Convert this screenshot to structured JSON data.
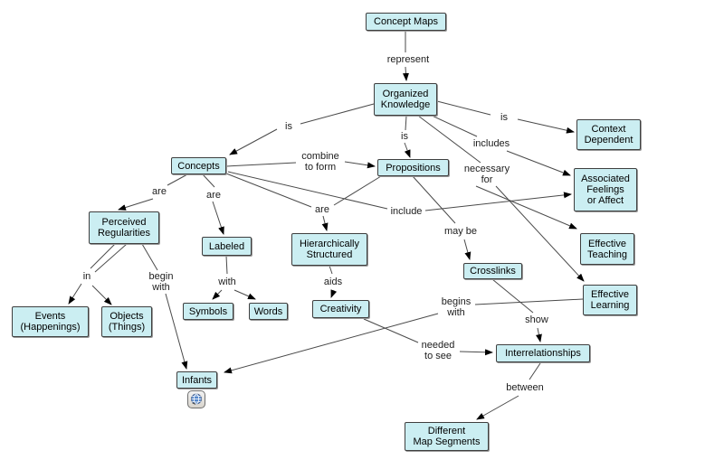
{
  "diagram": {
    "type": "concept-map",
    "title": "Concept Maps",
    "nodes": {
      "concept_maps": {
        "label": "Concept Maps"
      },
      "organized_knowledge": {
        "label": "Organized\nKnowledge"
      },
      "concepts": {
        "label": "Concepts"
      },
      "propositions": {
        "label": "Propositions"
      },
      "context_dependent": {
        "label": "Context\nDependent"
      },
      "associated_feelings": {
        "label": "Associated\nFeelings\nor Affect"
      },
      "effective_teaching": {
        "label": "Effective\nTeaching"
      },
      "effective_learning": {
        "label": "Effective\nLearning"
      },
      "perceived_regularities": {
        "label": "Perceived\nRegularities"
      },
      "events": {
        "label": "Events\n(Happenings)"
      },
      "objects": {
        "label": "Objects\n(Things)"
      },
      "labeled": {
        "label": "Labeled"
      },
      "symbols": {
        "label": "Symbols"
      },
      "words": {
        "label": "Words"
      },
      "hierarchically_structured": {
        "label": "Hierarchically\nStructured"
      },
      "creativity": {
        "label": "Creativity"
      },
      "crosslinks": {
        "label": "Crosslinks"
      },
      "infants": {
        "label": "Infants"
      },
      "interrelationships": {
        "label": "Interrelationships"
      },
      "different_map_segments": {
        "label": "Different\nMap Segments"
      }
    },
    "links": {
      "represent": {
        "label": "represent",
        "from": "concept_maps",
        "to": "organized_knowledge"
      },
      "is_concepts": {
        "label": "is",
        "from": "organized_knowledge",
        "to": "concepts"
      },
      "is_propositions": {
        "label": "is",
        "from": "organized_knowledge",
        "to": "propositions"
      },
      "is_context": {
        "label": "is",
        "from": "organized_knowledge",
        "to": "context_dependent"
      },
      "includes": {
        "label": "includes",
        "from": "organized_knowledge",
        "to": "associated_feelings"
      },
      "necessary_for": {
        "label": "necessary\nfor",
        "from": "organized_knowledge",
        "to": "effective_teaching / effective_learning"
      },
      "combine_to_form": {
        "label": "combine\nto form",
        "from": "concepts",
        "to": "propositions"
      },
      "are_perceived": {
        "label": "are",
        "from": "concepts",
        "to": "perceived_regularities"
      },
      "are_labeled": {
        "label": "are",
        "from": "concepts",
        "to": "labeled"
      },
      "are_structured": {
        "label": "are",
        "from": "concepts / propositions",
        "to": "hierarchically_structured"
      },
      "include": {
        "label": "include",
        "from": "concepts",
        "to": "associated_feelings"
      },
      "may_be": {
        "label": "may be",
        "from": "propositions",
        "to": "crosslinks"
      },
      "in": {
        "label": "in",
        "from": "perceived_regularities",
        "to": "events / objects"
      },
      "begin_with": {
        "label": "begin\nwith",
        "from": "perceived_regularities",
        "to": "infants"
      },
      "with": {
        "label": "with",
        "from": "labeled",
        "to": "symbols / words"
      },
      "aids": {
        "label": "aids",
        "from": "hierarchically_structured",
        "to": "creativity"
      },
      "needed_to_see": {
        "label": "needed\nto see",
        "from": "creativity",
        "to": "interrelationships"
      },
      "begins_with": {
        "label": "begins\nwith",
        "from": "effective_learning",
        "to": "infants"
      },
      "show": {
        "label": "show",
        "from": "crosslinks",
        "to": "interrelationships"
      },
      "between": {
        "label": "between",
        "from": "interrelationships",
        "to": "different_map_segments"
      }
    },
    "icons": {
      "infants_resource": "globe-resource-icon"
    },
    "colors": {
      "node_fill": "#cbeef2",
      "node_border": "#3f3f3f",
      "line": "#4a4a4a",
      "arrow": "#000000",
      "text": "#000000",
      "background": "#ffffff"
    }
  }
}
